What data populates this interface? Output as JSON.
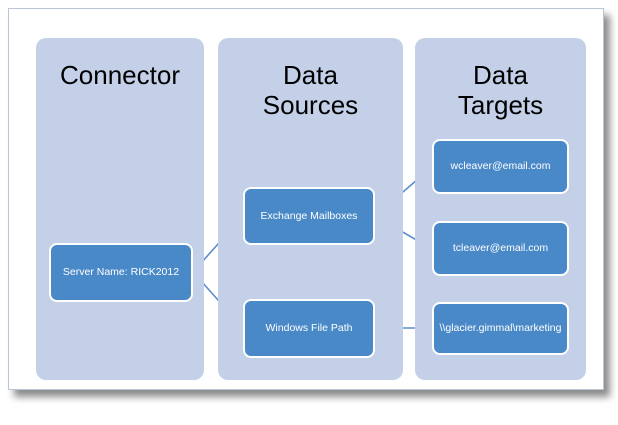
{
  "diagram": {
    "title_columns": [
      {
        "id": "connector",
        "label": "Connector"
      },
      {
        "id": "data-sources",
        "label": "Data\nSources"
      },
      {
        "id": "data-targets",
        "label": "Data\nTargets"
      }
    ],
    "columns": {
      "connector": {
        "label": "Connector"
      },
      "data_sources": {
        "label_line1": "Data",
        "label_line2": "Sources"
      },
      "data_targets": {
        "label_line1": "Data",
        "label_line2": "Targets"
      }
    },
    "nodes": {
      "server": {
        "label": "Server Name: RICK2012"
      },
      "exchange_mailboxes": {
        "label": "Exchange Mailboxes"
      },
      "windows_file_path": {
        "label": "Windows File Path"
      },
      "mailbox_1": {
        "label": "wcleaver@email.com"
      },
      "mailbox_2": {
        "label": "tcleaver@email.com"
      },
      "unc_path": {
        "label": "\\\\glacier.gimmal\\marketing"
      }
    },
    "colors": {
      "panel": "#c3d0e8",
      "node": "#4a89c8",
      "node_border": "#ffffff",
      "node_text": "#ffffff",
      "title_text": "#000000",
      "link": "#5b8fc9",
      "frame_border": "#b9c6d8",
      "background": "#ffffff"
    },
    "links": [
      {
        "from": "server",
        "to": "exchange_mailboxes"
      },
      {
        "from": "server",
        "to": "windows_file_path"
      },
      {
        "from": "exchange_mailboxes",
        "to": "mailbox_1"
      },
      {
        "from": "exchange_mailboxes",
        "to": "mailbox_2"
      },
      {
        "from": "windows_file_path",
        "to": "unc_path"
      }
    ]
  }
}
